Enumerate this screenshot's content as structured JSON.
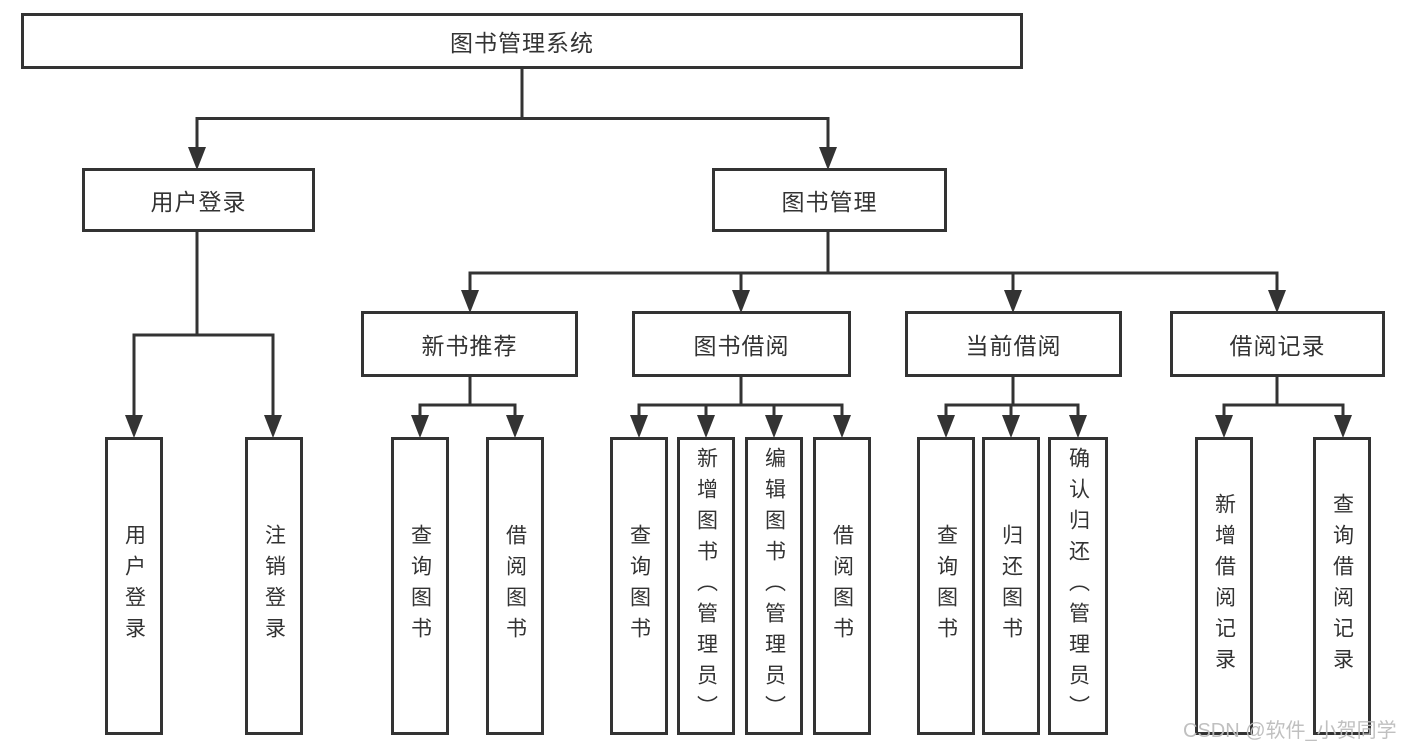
{
  "diagram": {
    "root": "图书管理系统",
    "level2": {
      "user_login": "用户登录",
      "book_mgmt": "图书管理"
    },
    "level3": {
      "new_book": "新书推荐",
      "borrow": "图书借阅",
      "current": "当前借阅",
      "records": "借阅记录"
    },
    "leaves": {
      "user_login": [
        "用户登录",
        "注销登录"
      ],
      "new_book": [
        "查询图书",
        "借阅图书"
      ],
      "borrow": [
        "查询图书",
        "新增图书（管理员）",
        "编辑图书（管理员）",
        "借阅图书"
      ],
      "current": [
        "查询图书",
        "归还图书",
        "确认归还（管理员）"
      ],
      "records": [
        "新增借阅记录",
        "查询借阅记录"
      ]
    }
  },
  "watermark": "CSDN @软件_小贺同学",
  "colors": {
    "line": "#333333",
    "box_border": "#333333",
    "text": "#333333",
    "background": "#ffffff",
    "watermark_text": "#bdbdbd"
  }
}
